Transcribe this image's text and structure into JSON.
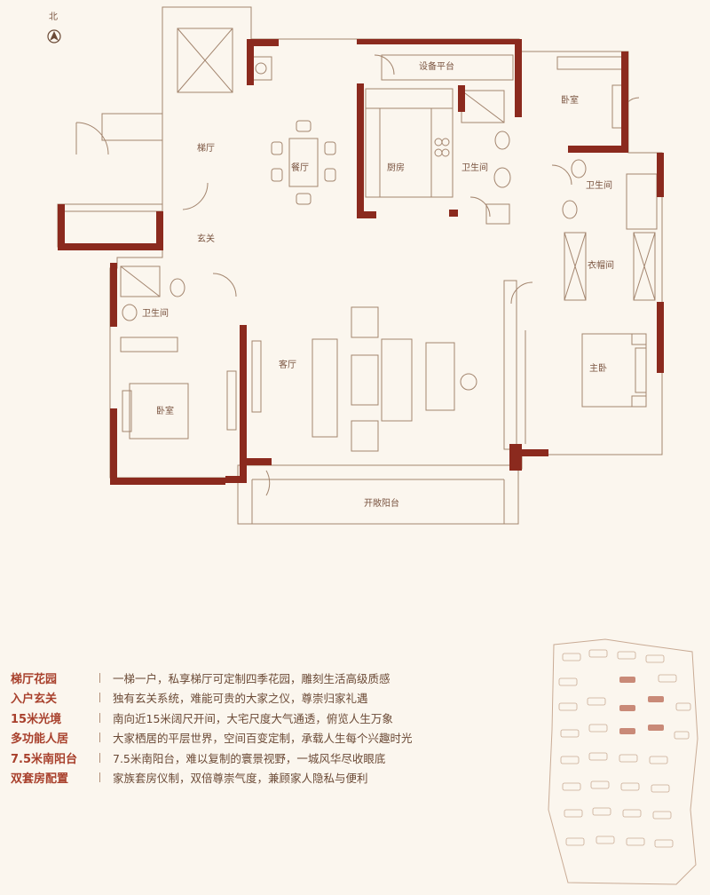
{
  "compass": {
    "label": "北",
    "icon": "north-arrow-icon"
  },
  "rooms": {
    "equipment_platform": "设备平台",
    "bedroom_ne": "卧室",
    "stair_hall": "梯厅",
    "dining": "餐厅",
    "kitchen": "厨房",
    "bathroom_center": "卫生间",
    "bathroom_east": "卫生间",
    "foyer": "玄关",
    "bathroom_west": "卫生间",
    "cloakroom": "衣帽间",
    "living": "客厅",
    "master_bedroom": "主卧",
    "bedroom_sw": "卧室",
    "open_balcony": "开敞阳台"
  },
  "features": [
    {
      "title": "梯厅花园",
      "desc": "一梯一户，私享梯厅可定制四季花园，雕刻生活高级质感"
    },
    {
      "title": "入户玄关",
      "desc": "独有玄关系统，难能可贵的大家之仪，尊崇归家礼遇"
    },
    {
      "title": "15米光境",
      "desc": "南向近15米阔尺开间，大宅尺度大气通透，俯览人生万象"
    },
    {
      "title": "多功能人居",
      "desc": "大家栖居的平层世界，空间百变定制，承载人生每个兴趣时光"
    },
    {
      "title": "7.5米南阳台",
      "desc": "7.5米南阳台，难以复制的寰景视野，一城风华尽收眼底"
    },
    {
      "title": "双套房配置",
      "desc": "家族套房仪制，双倍尊崇气度，兼顾家人隐私与便利"
    }
  ],
  "colors": {
    "wall": "#8b2a1e",
    "line": "#a3856e",
    "text": "#6b4a36",
    "accent": "#a8402c",
    "background": "#fbf6ee"
  }
}
